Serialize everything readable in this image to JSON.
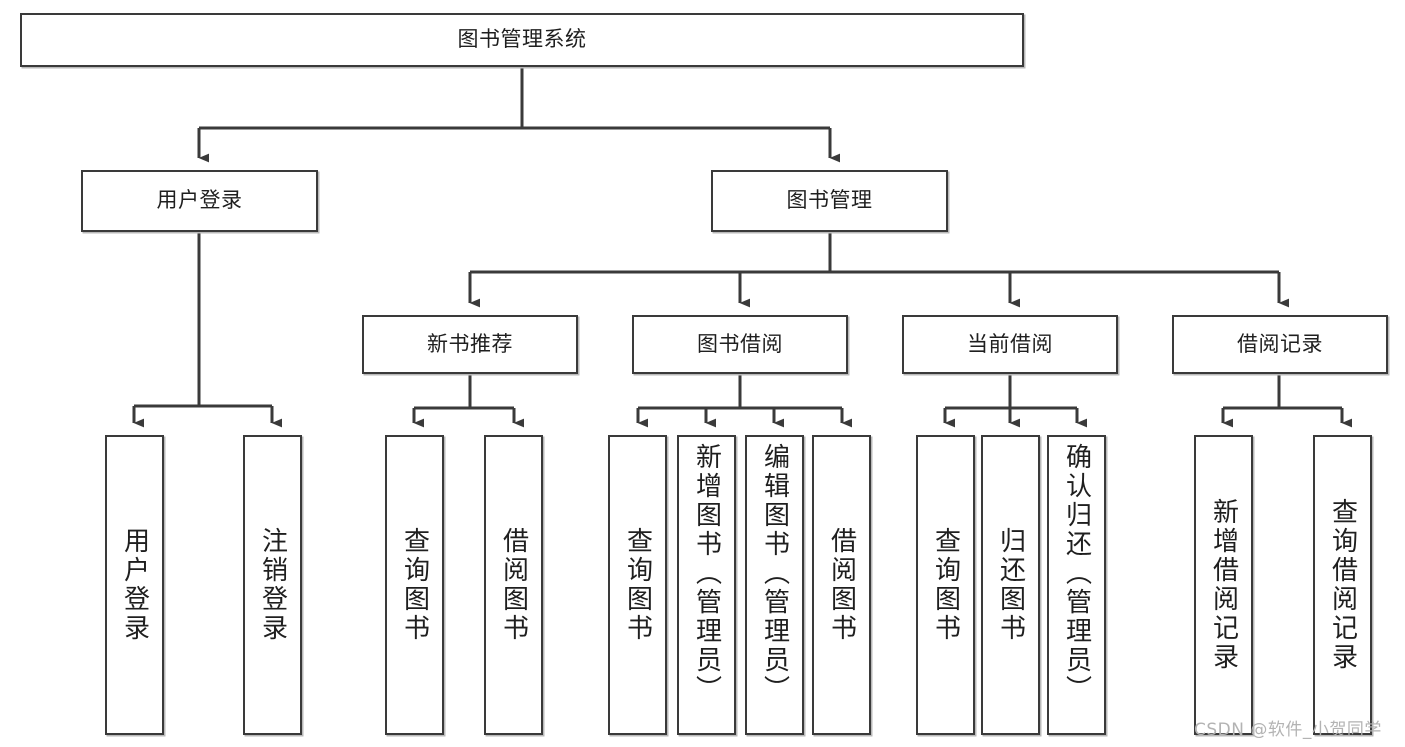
{
  "diagram": {
    "type": "tree-hierarchy",
    "title": "图书管理系统",
    "watermark": "CSDN @软件_小贺同学",
    "colors": {
      "box_border": "#3a3a3a",
      "box_fill": "#ffffff",
      "connector": "#3a3a3a",
      "text": "#1f1f1f",
      "watermark": "#b3b3b3"
    },
    "nodes": {
      "root": "图书管理系统",
      "level2": [
        "用户登录",
        "图书管理"
      ],
      "level3": [
        "新书推荐",
        "图书借阅",
        "当前借阅",
        "借阅记录"
      ],
      "leaves": {
        "user_login": [
          "用户登录",
          "注销登录"
        ],
        "new_book_recommend": [
          "查询图书",
          "借阅图书"
        ],
        "book_borrow": [
          "查询图书",
          "新增图书（管理员）",
          "编辑图书（管理员）",
          "借阅图书"
        ],
        "current_borrow": [
          "查询图书",
          "归还图书",
          "确认归还（管理员）"
        ],
        "borrow_record": [
          "新增借阅记录",
          "查询借阅记录"
        ]
      }
    }
  }
}
